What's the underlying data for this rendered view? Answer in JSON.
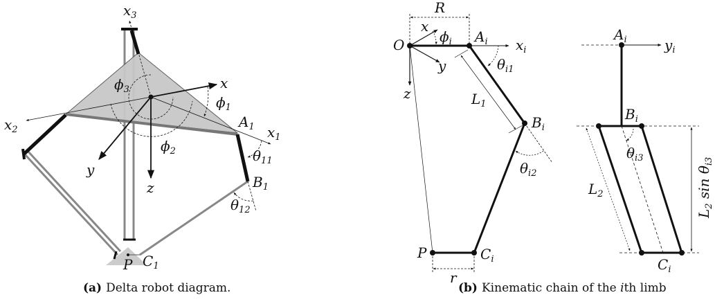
{
  "figure_a": {
    "caption_tag": "(a)",
    "caption_text": "Delta robot diagram.",
    "labels": {
      "x3": {
        "main": "x",
        "sub": "3"
      },
      "x": {
        "main": "x"
      },
      "x1": {
        "main": "x",
        "sub": "1"
      },
      "x2": {
        "main": "x",
        "sub": "2"
      },
      "y": {
        "main": "y"
      },
      "z": {
        "main": "z"
      },
      "phi1": {
        "main": "ϕ",
        "sub": "1"
      },
      "phi2": {
        "main": "ϕ",
        "sub": "2"
      },
      "phi3": {
        "main": "ϕ",
        "sub": "3"
      },
      "A1": {
        "main": "A",
        "sub": "1"
      },
      "B1": {
        "main": "B",
        "sub": "1"
      },
      "C1": {
        "main": "C",
        "sub": "1"
      },
      "P": {
        "main": "P"
      },
      "theta11": {
        "main": "θ",
        "sub": "11"
      },
      "theta12": {
        "main": "θ",
        "sub": "12"
      }
    }
  },
  "figure_b": {
    "caption_tag": "(b)",
    "caption_pre": "Kinematic chain of the ",
    "caption_i": "i",
    "caption_post": "th limb",
    "labels": {
      "R": {
        "main": "R"
      },
      "O": {
        "main": "O"
      },
      "x": {
        "main": "x"
      },
      "y": {
        "main": "y"
      },
      "z": {
        "main": "z"
      },
      "phii": {
        "main": "ϕ",
        "sub": "i"
      },
      "Ai": {
        "main": "A",
        "sub": "i"
      },
      "xi": {
        "main": "x",
        "sub": "i"
      },
      "thetai1": {
        "main": "θ",
        "sub": "i1"
      },
      "L1": {
        "main": "L",
        "sub": "1"
      },
      "Bi": {
        "main": "B",
        "sub": "i"
      },
      "thetai2": {
        "main": "θ",
        "sub": "i2"
      },
      "P": {
        "main": "P"
      },
      "Ci": {
        "main": "C",
        "sub": "i"
      },
      "r": {
        "main": "r"
      },
      "Ai_side": {
        "main": "A",
        "sub": "i"
      },
      "yi": {
        "main": "y",
        "sub": "i"
      },
      "Bi_side": {
        "main": "B",
        "sub": "i"
      },
      "thetai3": {
        "main": "θ",
        "sub": "i3"
      },
      "L2": {
        "main": "L",
        "sub": "2"
      },
      "Ci_side": {
        "main": "C",
        "sub": "i"
      },
      "L2sin": {
        "main": "L",
        "sub": "2",
        "rest": " sin θ",
        "sub2": "i3"
      }
    }
  }
}
